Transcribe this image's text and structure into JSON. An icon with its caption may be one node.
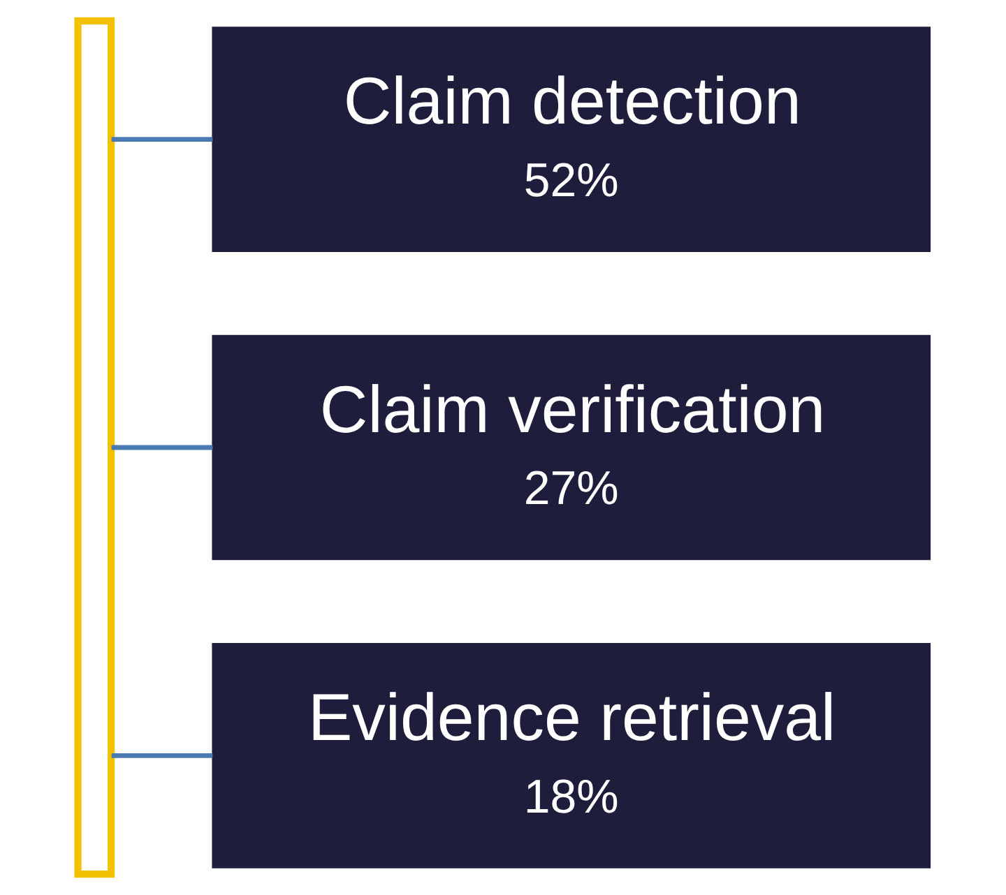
{
  "diagram": {
    "nodes": [
      {
        "text": [],
        "shape": "box"
      },
      {
        "text": [
          "Claim detection",
          "52%"
        ]
      },
      {
        "text": [
          "Claim verification",
          "27%"
        ]
      },
      {
        "text": [
          "Evidence retrieval",
          "18%"
        ]
      }
    ],
    "edges": [
      {
        "from": 0,
        "to": 1,
        "arrow": "none"
      },
      {
        "from": 0,
        "to": 2,
        "arrow": "none"
      },
      {
        "from": 0,
        "to": 3,
        "arrow": "none"
      }
    ]
  }
}
